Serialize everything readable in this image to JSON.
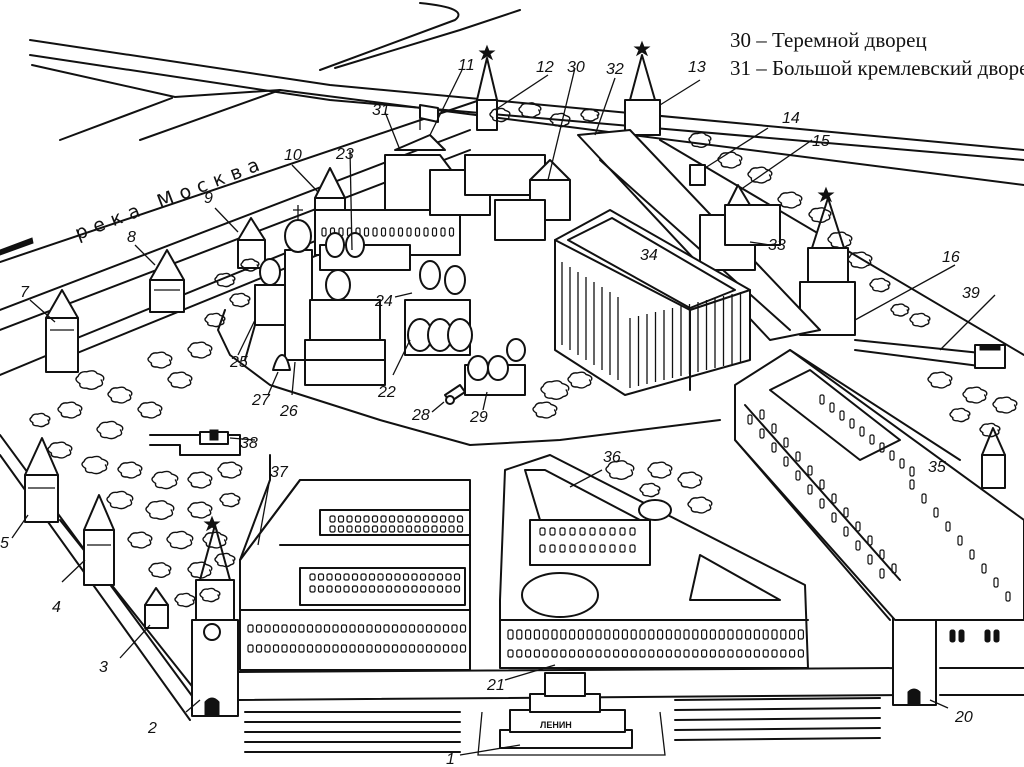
{
  "map": {
    "title": "Moscow Kremlin plan",
    "river_label": "река Москва",
    "mausoleum_label": "ЛЕНИН",
    "callouts": [
      "1",
      "2",
      "3",
      "4",
      "5",
      "7",
      "8",
      "9",
      "10",
      "11",
      "12",
      "13",
      "14",
      "15",
      "16",
      "20",
      "21",
      "22",
      "23",
      "24",
      "25",
      "26",
      "27",
      "28",
      "29",
      "30",
      "31",
      "32",
      "33",
      "34",
      "35",
      "36",
      "37",
      "38",
      "39"
    ]
  },
  "legend": {
    "items": [
      {
        "number": "30",
        "dash": "–",
        "name": "Теремной дворец"
      },
      {
        "number": "31",
        "dash": "–",
        "name": "Большой кремлевский дворец"
      }
    ]
  },
  "colors": {
    "ink": "#111111",
    "paper": "#ffffff"
  }
}
